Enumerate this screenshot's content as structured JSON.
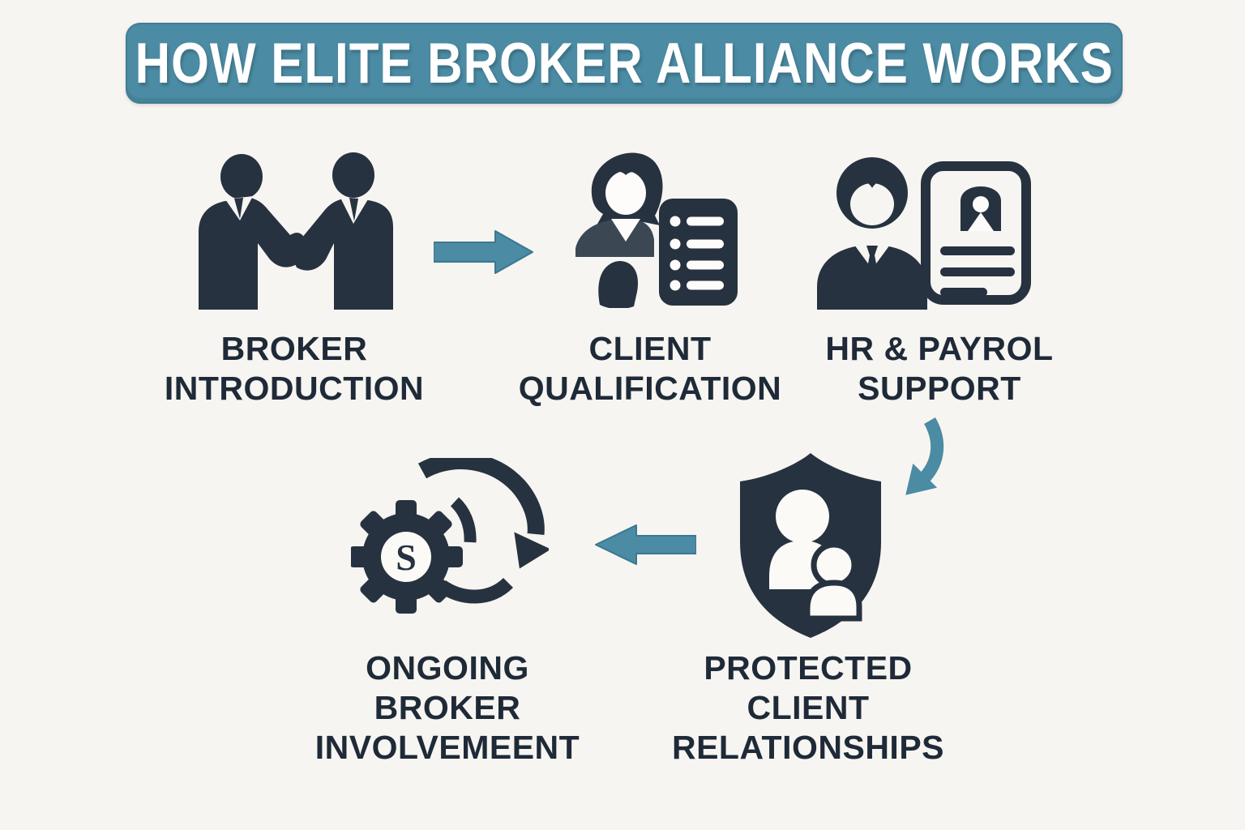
{
  "header": {
    "title": "HOW ELITE BROKER ALLIANCE WORKS"
  },
  "colors": {
    "background": "#F7F5F1",
    "banner_teal": "#4B8BA3",
    "banner_text": "#FFFFFF",
    "icon_charcoal": "#273240",
    "label_navy": "#1F2A38",
    "arrow_teal": "#4B8BA3"
  },
  "steps": [
    {
      "id": "broker-introduction",
      "icon": "handshake-icon",
      "lines": [
        "BROKER",
        "INTRODUCTION"
      ]
    },
    {
      "id": "client-qualification",
      "icon": "client-checklist-icon",
      "lines": [
        "CLIENT",
        "QUALIFICATION"
      ]
    },
    {
      "id": "hr-payroll-support",
      "icon": "id-card-person-icon",
      "lines": [
        "HR & PAYROL",
        "SUPPORT"
      ]
    },
    {
      "id": "protected-client-relationships",
      "icon": "shield-people-icon",
      "lines": [
        "PROTECTED",
        "CLIENT",
        "RELATIONSHIPS"
      ]
    },
    {
      "id": "ongoing-broker-involvement",
      "icon": "gear-currency-cycle-icon",
      "symbol": "S",
      "lines": [
        "ONGOING",
        "BROKER",
        "INVOLVEMEENT"
      ]
    }
  ],
  "connectors": [
    {
      "from": "broker-introduction",
      "to": "client-qualification",
      "shape": "straight-right-arrow"
    },
    {
      "from": "hr-payroll-support",
      "to": "protected-client-relationships",
      "shape": "curved-down-left-arrow"
    },
    {
      "from": "protected-client-relationships",
      "to": "ongoing-broker-involvement",
      "shape": "straight-left-arrow"
    }
  ]
}
